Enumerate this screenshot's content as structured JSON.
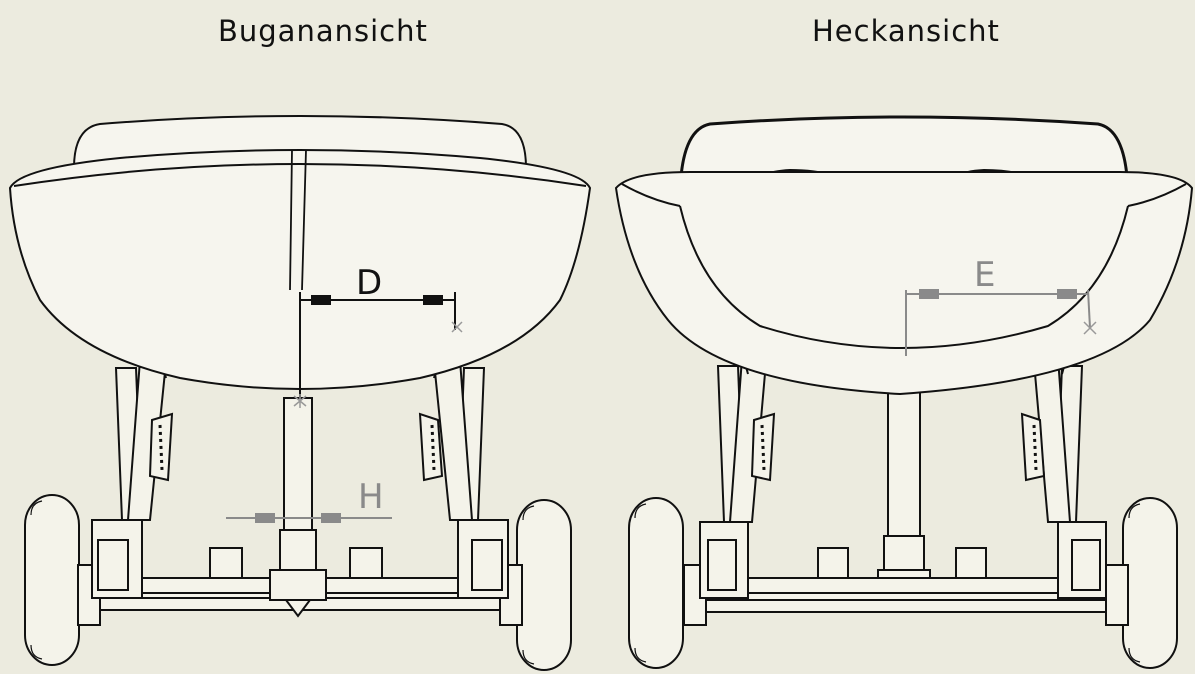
{
  "views": {
    "bow": {
      "title": "Buganansicht"
    },
    "stern": {
      "title": "Heckansicht"
    }
  },
  "dimensions": {
    "d": "D",
    "h": "H",
    "e": "E"
  },
  "colors": {
    "background": "#ecebdf",
    "line": "#111111",
    "dimension_dark": "#111111",
    "dimension_gray": "#8a8a8a"
  }
}
